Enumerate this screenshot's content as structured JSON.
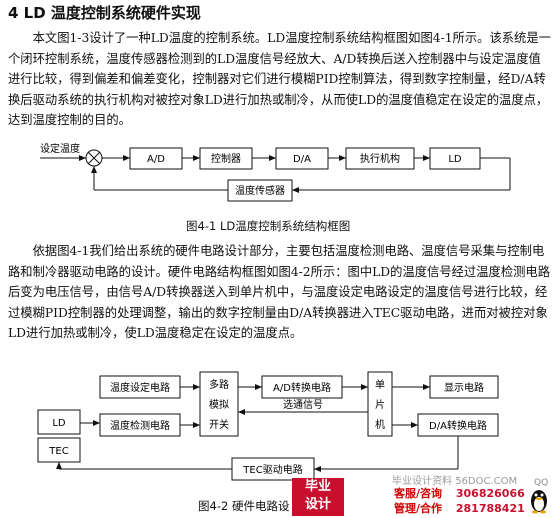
{
  "heading": "4   LD 温度控制系统硬件实现",
  "paragraph1": "本文图1-3设计了一种LD温度的控制系统。LD温度控制系统结构框图如图4-1所示。该系统是一个闭环控制系统，温度传感器检测到的LD温度信号经放大、A/D转换后送入控制器中与设定温度值进行比较，得到偏差和偏差变化，控制器对它们进行模糊PID控制算法，得到数字控制量，经D/A转换后驱动系统的执行机构对被控对象LD进行加热或制冷，从而使LD的温度值稳定在设定的温度点，达到温度控制的目的。",
  "fig1": {
    "input_label": "设定温度",
    "blocks": [
      "A/D",
      "控制器",
      "D/A",
      "执行机构",
      "LD"
    ],
    "feedback": "温度传感器",
    "caption": "图4-1   LD温度控制系统结构框图"
  },
  "paragraph2": "依据图4-1我们给出系统的硬件电路设计部分，主要包括温度检测电路、温度信号采集与控制电路和制冷器驱动电路的设计。硬件电路结构框图如图4-2所示：图中LD的温度信号经过温度检测电路后变为电压信号，由信号A/D转换器送入到单片机中，与温度设定电路设定的温度信号进行比较，经过模糊PID控制器的处理调整，输出的数字控制量由D/A转换器进入TEC驱动电路，进而对被控对象LD进行加热或制冷，使LD温度稳定在设定的温度点。",
  "fig2": {
    "ld": "LD",
    "tec": "TEC",
    "temp_set": "温度设定电路",
    "temp_detect": "温度检测电路",
    "mux": [
      "多路",
      "模拟",
      "开关"
    ],
    "adc": "A/D转换电路",
    "mcu": [
      "单",
      "片",
      "机"
    ],
    "display": "显示电路",
    "channel_select": "选通信号",
    "dac": "D/A转换电路",
    "tec_drive": "TEC驱动电路",
    "caption": "图4-2  硬件电路设"
  },
  "watermark": {
    "site": "毕业设计资料",
    "domain": "56DOC.COM",
    "logo": [
      "毕业",
      "设计"
    ],
    "service_label": "客服/咨询",
    "manage_label": "管理/合作",
    "qq1": "306826066",
    "qq2": "281788421",
    "qq_text": "QQ"
  }
}
